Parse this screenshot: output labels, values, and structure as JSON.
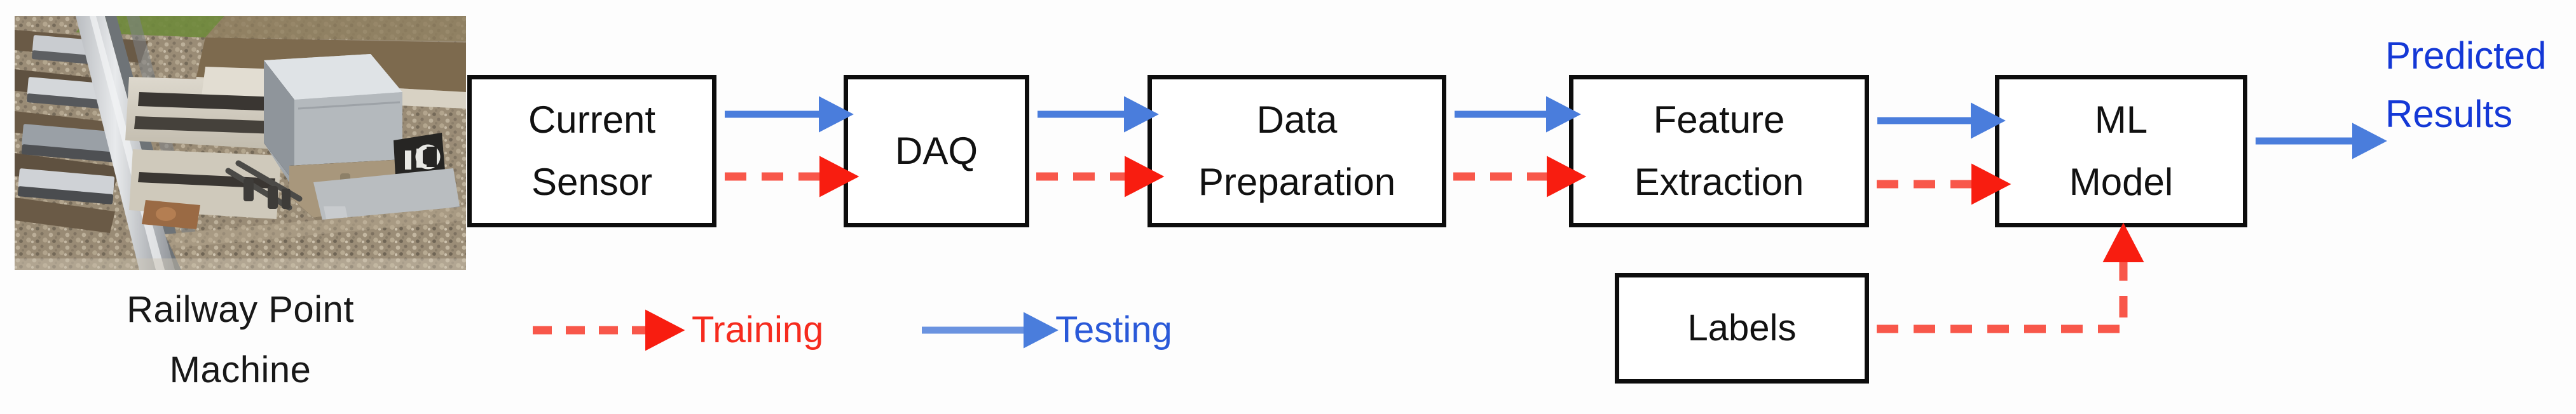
{
  "figure": {
    "type": "block-diagram",
    "title": "Railway Point Machine condition monitoring ML pipeline"
  },
  "photo": {
    "name": "railway-point-machine-photo",
    "caption_line1": "Railway Point",
    "caption_line2": "Machine"
  },
  "pipeline": {
    "boxes": [
      {
        "id": "current-sensor",
        "line1": "Current",
        "line2": "Sensor"
      },
      {
        "id": "daq",
        "line1": "DAQ",
        "line2": ""
      },
      {
        "id": "data-preparation",
        "line1": "Data",
        "line2": "Preparation"
      },
      {
        "id": "feature-extraction",
        "line1": "Feature",
        "line2": "Extraction"
      },
      {
        "id": "ml-model",
        "line1": "ML",
        "line2": "Model"
      }
    ],
    "labels_box": {
      "id": "labels",
      "line1": "Labels",
      "line2": ""
    },
    "output_line1": "Predicted",
    "output_line2": "Results"
  },
  "legend": {
    "training_label": "Training",
    "testing_label": "Testing"
  },
  "colors": {
    "training_red": "#f62b1e",
    "testing_blue": "#4a7ddc",
    "output_text_blue": "#1438d6",
    "legend_testing_blue": "#2a59d8",
    "box_border": "#0d0d0d",
    "box_fill": "#ffffff",
    "canvas": "#fdfdfd",
    "caption_text": "#181818"
  }
}
